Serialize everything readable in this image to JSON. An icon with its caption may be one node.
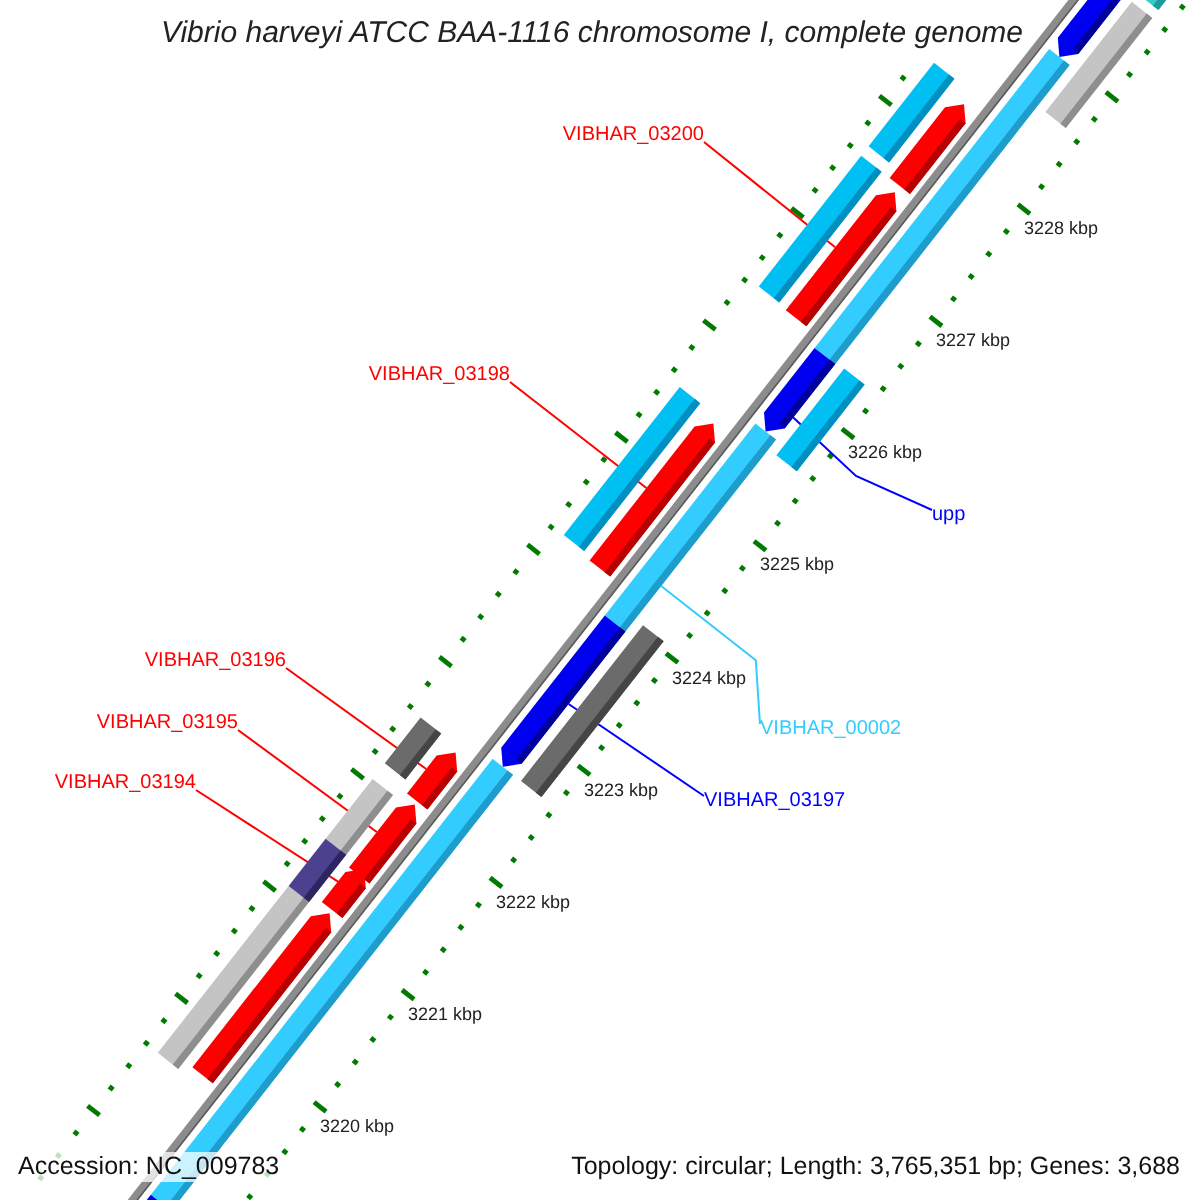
{
  "diagram": {
    "title": "Vibrio harveyi ATCC BAA-1116 chromosome I, complete genome",
    "nodes": [
      {
        "text": [
          "VIBHAR_03200"
        ]
      },
      {
        "text": [],
        "shape": "arrow"
      },
      {
        "text": [
          "VIBHAR_03198"
        ]
      },
      {
        "text": [],
        "shape": "arrow"
      },
      {
        "text": [
          "upp"
        ]
      },
      {
        "text": [],
        "shape": "arrow"
      },
      {
        "text": [
          "VIBHAR_03196"
        ]
      },
      {
        "text": [],
        "shape": "arrow"
      },
      {
        "text": [
          "VIBHAR_00002"
        ]
      },
      {
        "text": [],
        "shape": "bar"
      },
      {
        "text": [
          "VIBHAR_03195"
        ]
      },
      {
        "text": [],
        "shape": "arrow"
      },
      {
        "text": [
          "VIBHAR_03197"
        ]
      },
      {
        "text": [],
        "shape": "arrow"
      },
      {
        "text": [
          "VIBHAR_03194"
        ]
      },
      {
        "text": [],
        "shape": "arrow"
      },
      {
        "text": [],
        "shape": "arrow"
      },
      {
        "text": [],
        "shape": "arrow"
      },
      {
        "text": [],
        "shape": "arrow"
      },
      {
        "text": [],
        "shape": "arrow"
      }
    ],
    "edges": [
      {
        "from": 0,
        "to": 1,
        "arrow": "none"
      },
      {
        "from": 2,
        "to": 3,
        "arrow": "none"
      },
      {
        "from": 4,
        "to": 5,
        "arrow": "none",
        "color": "#0000ff"
      },
      {
        "from": 6,
        "to": 7,
        "arrow": "none"
      },
      {
        "from": 8,
        "to": 9,
        "arrow": "none",
        "color": "#33ccff"
      },
      {
        "from": 10,
        "to": 11,
        "arrow": "none"
      },
      {
        "from": 12,
        "to": 13,
        "arrow": "none",
        "color": "#0000ff"
      },
      {
        "from": 14,
        "to": 15,
        "arrow": "none"
      }
    ],
    "labels": [
      "3228 kbp",
      "3227 kbp",
      "3226 kbp",
      "3225 kbp",
      "3224 kbp",
      "3223 kbp",
      "3222 kbp",
      "3221 kbp",
      "3220 kbp",
      "Accession: NC_009783",
      "Topology: circular; Length: 3,765,351 bp; Genes: 3,688"
    ]
  }
}
